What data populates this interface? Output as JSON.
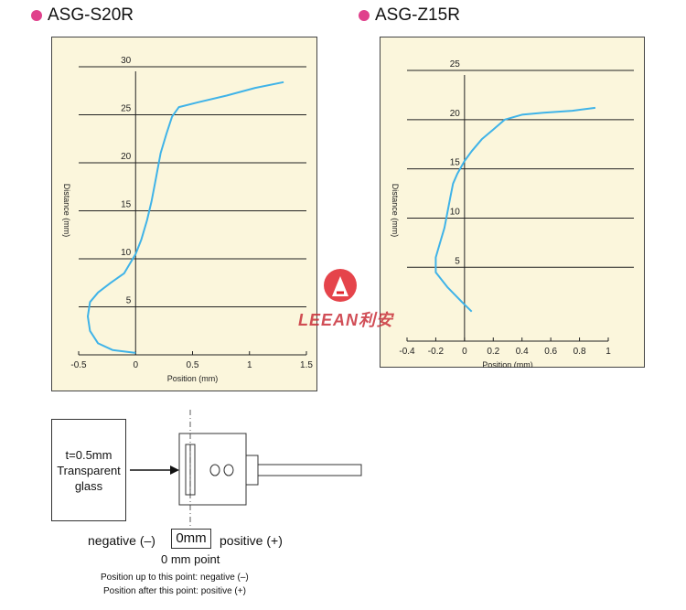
{
  "accent_color": "#e0418c",
  "curve_color": "#3fb3e8",
  "panel_bg": "#fbf6dc",
  "watermark": {
    "text": "LEEAN利安",
    "color": "#e0232b"
  },
  "chart_data": [
    {
      "type": "line",
      "title": "ASG-S20R",
      "xlabel": "Position (mm)",
      "ylabel": "Distance (mm)",
      "xlim": [
        -0.5,
        1.5
      ],
      "ylim": [
        0,
        30
      ],
      "x_ticks": [
        "-0.5",
        "0",
        "0.5",
        "1",
        "1.5"
      ],
      "y_ticks": [
        "5",
        "10",
        "15",
        "20",
        "25",
        "30"
      ],
      "grid": "horizontal",
      "series": [
        {
          "x": [
            0.0,
            -0.2,
            -0.33,
            -0.4,
            -0.42,
            -0.4,
            -0.33,
            -0.22,
            -0.1,
            -0.05,
            0.0,
            0.05,
            0.1,
            0.14,
            0.18,
            0.22,
            0.27,
            0.32,
            0.38,
            0.55,
            0.8,
            1.05,
            1.3
          ],
          "y": [
            0.2,
            0.5,
            1.2,
            2.5,
            4.0,
            5.5,
            6.5,
            7.5,
            8.5,
            9.5,
            10.5,
            12.0,
            14.0,
            16.0,
            18.5,
            21.0,
            23.0,
            24.8,
            25.8,
            26.3,
            27.0,
            27.8,
            28.4
          ]
        }
      ]
    },
    {
      "type": "line",
      "title": "ASG-Z15R",
      "xlabel": "Position (mm)",
      "ylabel": "Distance (mm)",
      "xlim": [
        -0.4,
        1.0
      ],
      "ylim": [
        -2.5,
        25
      ],
      "x_ticks": [
        "-0.4",
        "-0.2",
        "0",
        "0.2",
        "0.4",
        "0.6",
        "0.8",
        "1"
      ],
      "y_ticks": [
        "5",
        "10",
        "15",
        "20",
        "25"
      ],
      "grid": "horizontal",
      "series": [
        {
          "x": [
            0.05,
            -0.02,
            -0.12,
            -0.2,
            -0.2,
            -0.17,
            -0.14,
            -0.12,
            -0.1,
            -0.08,
            -0.05,
            0.0,
            0.05,
            0.12,
            0.2,
            0.28,
            0.4,
            0.55,
            0.75,
            0.91
          ],
          "y": [
            0.5,
            1.5,
            3.0,
            4.5,
            6.0,
            7.5,
            9.0,
            10.5,
            12.0,
            13.5,
            14.5,
            15.8,
            16.8,
            18.0,
            19.0,
            20.0,
            20.5,
            20.7,
            20.9,
            21.2
          ]
        }
      ]
    }
  ],
  "diagram": {
    "glass_label_lines": [
      "t=0.5mm",
      "Transparent",
      "glass"
    ],
    "negative_label": "negative (–)",
    "zero_label": "0mm",
    "positive_label": "positive (+)",
    "zero_point_label": "0 mm point",
    "note_negative": "Position up to this point: negative (–)",
    "note_positive": "Position after this point: positive (+)"
  }
}
